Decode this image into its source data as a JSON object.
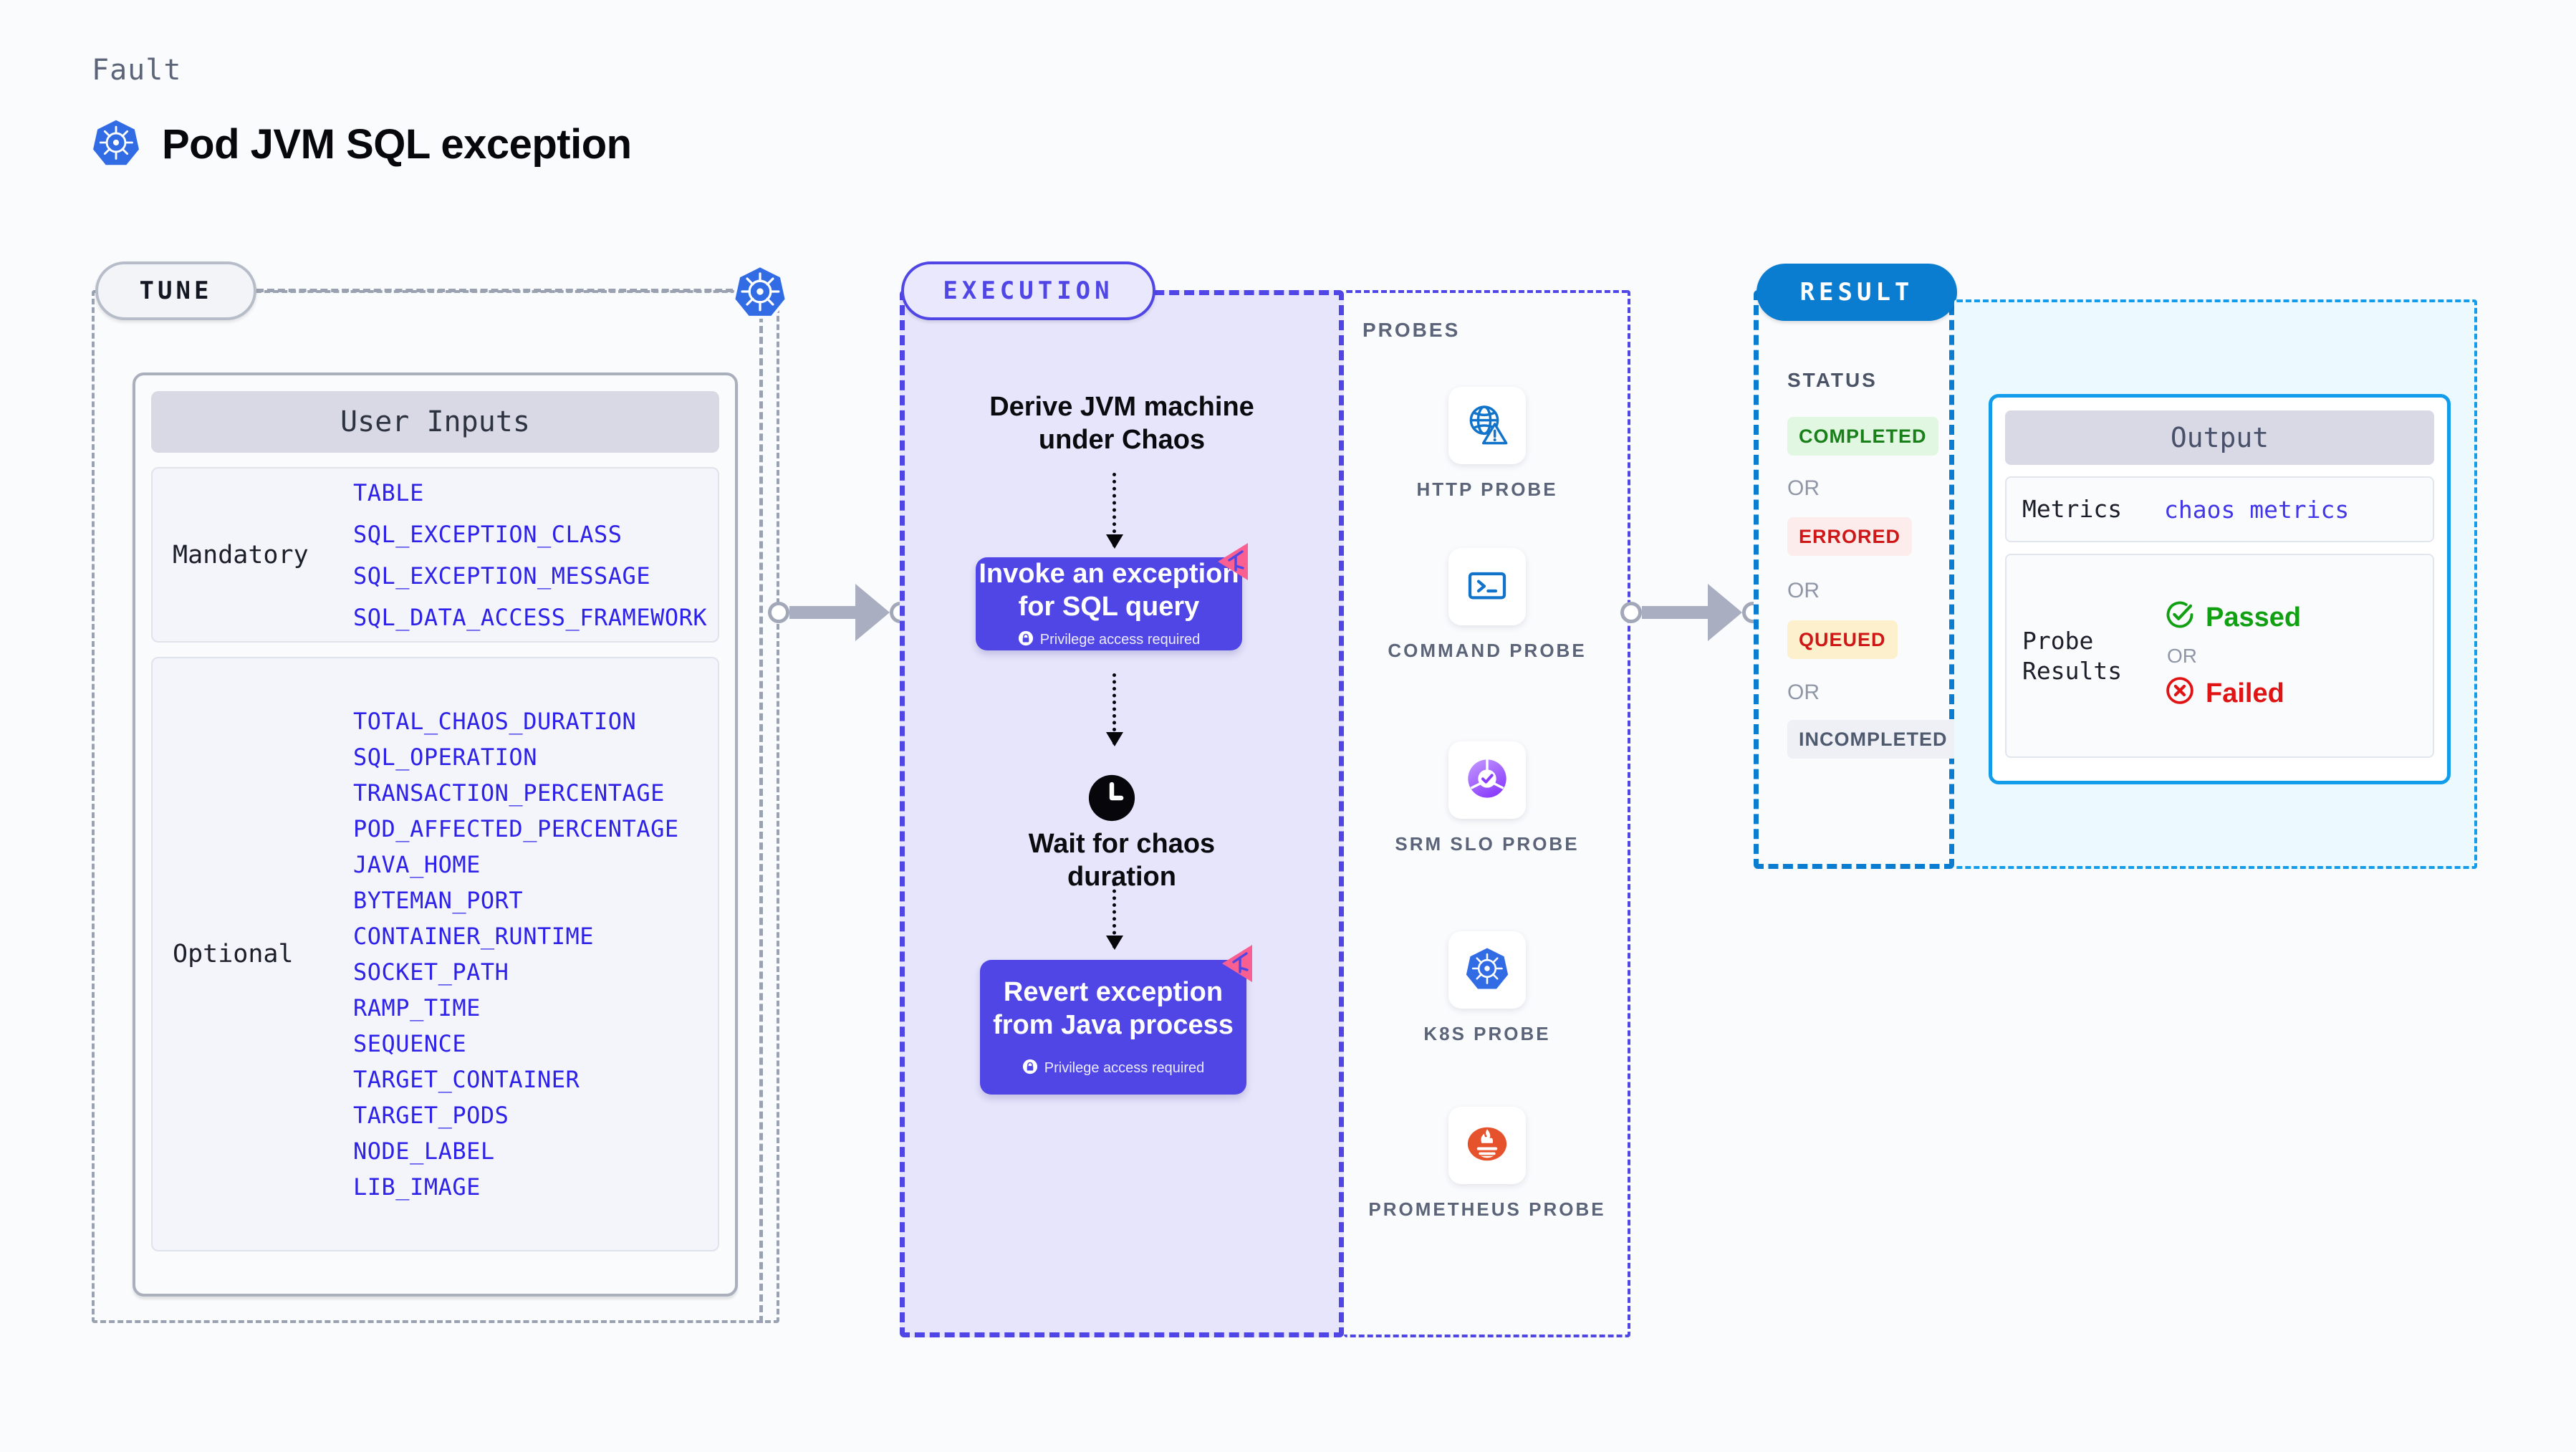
{
  "header": {
    "kicker": "Fault",
    "title": "Pod JVM SQL exception",
    "logo_icon": "kubernetes-icon"
  },
  "tune": {
    "pill_label": "TUNE",
    "badge_icon": "kubernetes-icon",
    "card_title": "User Inputs",
    "groups": [
      {
        "label": "Mandatory",
        "params": [
          "TABLE",
          "SQL_EXCEPTION_CLASS",
          "SQL_EXCEPTION_MESSAGE",
          "SQL_DATA_ACCESS_FRAMEWORK"
        ]
      },
      {
        "label": "Optional",
        "params": [
          "TOTAL_CHAOS_DURATION",
          "SQL_OPERATION",
          "TRANSACTION_PERCENTAGE",
          "POD_AFFECTED_PERCENTAGE",
          "JAVA_HOME",
          "BYTEMAN_PORT",
          "CONTAINER_RUNTIME",
          "SOCKET_PATH",
          "RAMP_TIME",
          "SEQUENCE",
          "TARGET_CONTAINER",
          "TARGET_PODS",
          "NODE_LABEL",
          "LIB_IMAGE"
        ]
      }
    ]
  },
  "execution": {
    "pill_label": "EXECUTION",
    "step_1_title": "Derive JVM machine\nunder Chaos",
    "card_1": {
      "title": "Invoke an exception\nfor SQL query",
      "note": "Privilege access required",
      "note_icon": "lock-icon",
      "flag_icon": "fault-injection-icon"
    },
    "wait_icon": "clock-icon",
    "step_2_title": "Wait for chaos\nduration",
    "card_2": {
      "title": "Revert exception\nfrom Java process",
      "note": "Privilege access required",
      "note_icon": "lock-icon",
      "flag_icon": "fault-injection-icon"
    }
  },
  "probes": {
    "label": "PROBES",
    "items": [
      {
        "name": "HTTP PROBE",
        "icon": "globe-warning-icon"
      },
      {
        "name": "COMMAND PROBE",
        "icon": "terminal-icon"
      },
      {
        "name": "SRM SLO PROBE",
        "icon": "srm-slo-check-icon"
      },
      {
        "name": "K8S PROBE",
        "icon": "kubernetes-icon"
      },
      {
        "name": "PROMETHEUS PROBE",
        "icon": "prometheus-icon"
      }
    ]
  },
  "result": {
    "pill_label": "RESULT",
    "status_label": "STATUS",
    "or_label": "OR",
    "statuses": [
      {
        "label": "COMPLETED",
        "bg": "#e1f7e2",
        "fg": "#198019"
      },
      {
        "label": "ERRORED",
        "bg": "#fdecec",
        "fg": "#cf1717"
      },
      {
        "label": "QUEUED",
        "bg": "#fdf0cd",
        "fg": "#cf1717"
      },
      {
        "label": "INCOMPLETED",
        "bg": "#eef0f5",
        "fg": "#4f5a6e"
      }
    ]
  },
  "output": {
    "card_title": "Output",
    "metrics_key": "Metrics",
    "metrics_value": "chaos metrics",
    "probe_key": "Probe\nResults",
    "probe_pass": "Passed",
    "probe_pass_icon": "check-circle-icon",
    "probe_or": "OR",
    "probe_fail": "Failed",
    "probe_fail_icon": "x-circle-icon"
  },
  "colors": {
    "accent_indigo": "#4f46e5",
    "accent_blue": "#0b7dd1",
    "accent_cyan": "#129cea",
    "param_blue": "#2f22e8",
    "pink_flag": "#fa5f92",
    "k8s_blue": "#326ce5",
    "prometheus_orange": "#e6522c",
    "srm_purple": "#8b3dff"
  }
}
